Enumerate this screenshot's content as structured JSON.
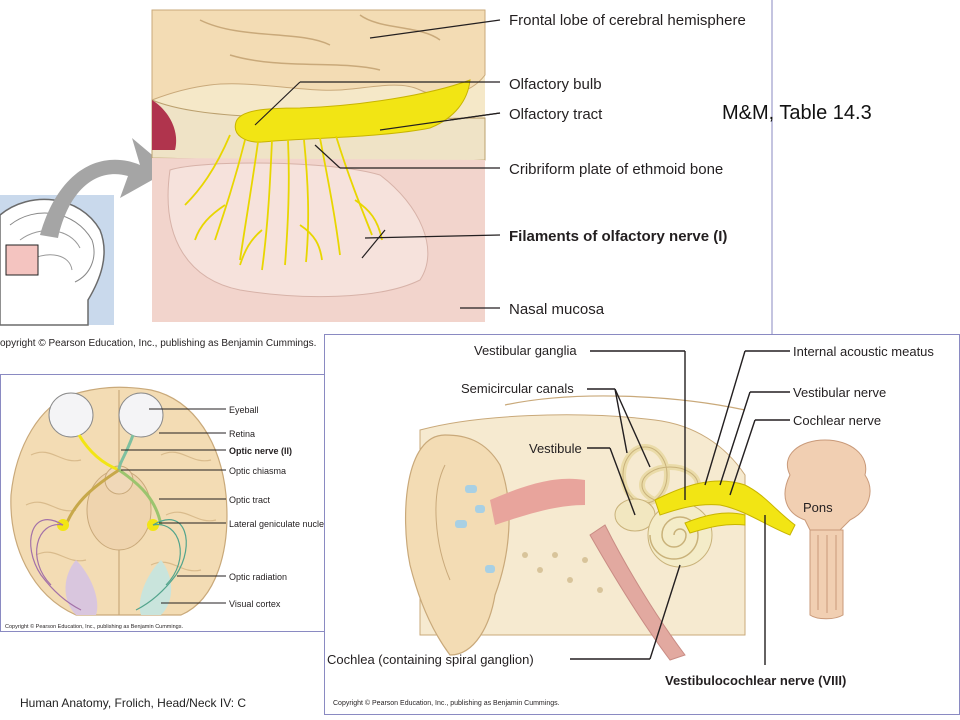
{
  "reference": "M&M, Table 14.3",
  "footer": "Human Anatomy, Frolich, Head/Neck IV:  C",
  "olfactory": {
    "labels": {
      "frontal_lobe": "Frontal lobe of cerebral hemisphere",
      "olfactory_bulb": "Olfactory bulb",
      "olfactory_tract": "Olfactory tract",
      "cribriform": "Cribriform plate of ethmoid bone",
      "filaments": "Filaments of olfactory nerve (I)",
      "nasal_mucosa": "Nasal mucosa"
    },
    "copyright": "opyright © Pearson Education, Inc., publishing as Benjamin Cummings."
  },
  "optic": {
    "labels": {
      "eyeball": "Eyeball",
      "retina": "Retina",
      "optic_nerve": "Optic nerve (II)",
      "optic_chiasma": "Optic chiasma",
      "optic_tract": "Optic tract",
      "lgn": "Lateral geniculate nucleus of thalamus",
      "optic_radiation": "Optic radiation",
      "visual_cortex": "Visual cortex"
    },
    "copyright": "Copyright © Pearson Education, Inc., publishing as Benjamin Cummings."
  },
  "ear": {
    "labels": {
      "vestibular_ganglia": "Vestibular ganglia",
      "semicircular_canals": "Semicircular canals",
      "vestibule": "Vestibule",
      "internal_acoustic_meatus": "Internal acoustic meatus",
      "vestibular_nerve": "Vestibular nerve",
      "cochlear_nerve": "Cochlear nerve",
      "pons": "Pons",
      "cochlea": "Cochlea (containing spiral ganglion)",
      "vestibulocochlear": "Vestibulocochlear nerve (VIII)"
    },
    "copyright": "Copyright © Pearson Education, Inc., publishing as Benjamin Cummings."
  },
  "colors": {
    "nerve_yellow": "#f2e514",
    "tissue_beige": "#f3dcb4",
    "mucosa_pink": "#f2d4cc",
    "sinus_red": "#b0344d",
    "thumb_blue": "#c9d9ec"
  }
}
